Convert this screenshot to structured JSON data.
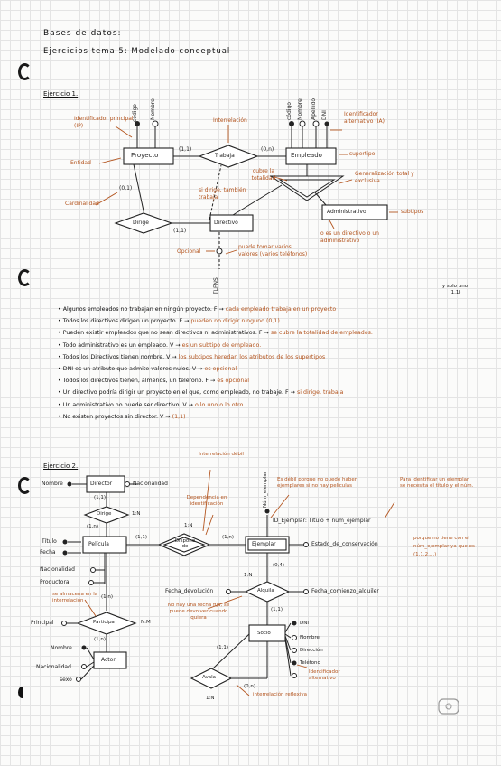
{
  "header": {
    "title": "Bases de datos:",
    "subtitle": "Ejercicios tema 5: Modelado conceptual"
  },
  "ex1": {
    "heading": "Ejercicio 1.",
    "attrs_proyecto": [
      "código",
      "Nombre"
    ],
    "attrs_empleado": [
      "código",
      "Nombre",
      "Apellido",
      "DNI"
    ],
    "proyecto": "Proyecto",
    "trabaja": "Trabaja",
    "empleado": "Empleado",
    "dirige": "Dirige",
    "directivo": "Directivo",
    "administrativo": "Administrativo",
    "tlfns": "TLFNS",
    "card_proy_trab": "(1,1)",
    "card_trab_emp": "(0,n)",
    "card_dir_proy": "(0,1)",
    "card_dir_dirt": "(1,1)",
    "notes": {
      "ip": "Identificador principal (IP)",
      "ia": "Identificador alternativo (IA)",
      "interrelacion": "Interrelación",
      "entidad": "Entidad",
      "cardinalidad": "Cardinalidad",
      "supertipo": "supertipo",
      "totalidad": "cubre la totalidad",
      "gen": "Generalización total y exclusiva",
      "sidirige": "si dirige, también trabaja",
      "subtipos": "subtipos",
      "o_es": "o es un directivo o un administrativo",
      "opcional": "Opcional",
      "varios": "puede tomar varios valores (varios teléfonos)",
      "solo_uno": "y solo uno (1,1)"
    }
  },
  "statements": [
    {
      "main": "Algunos empleados no trabajan en ningún proyecto. F →",
      "ann": "cada empleado trabaja en un proyecto"
    },
    {
      "main": "Todos los directivos dirigen un proyecto. F →",
      "ann": "pueden no dirigir ninguno (0,1)"
    },
    {
      "main": "Pueden existir empleados que no sean directivos ni administrativos. F →",
      "ann": "se cubre la totalidad de empleados."
    },
    {
      "main": "Todo administrativo es un empleado. V →",
      "ann": "es un subtipo de empleado."
    },
    {
      "main": "Todos los Directivos tienen nombre. V →",
      "ann": "los subtipos heredan los atributos de los supertipos"
    },
    {
      "main": "DNI es un atributo que admite valores nulos. V →",
      "ann": "es opcional"
    },
    {
      "main": "Todos los directivos tienen, almenos, un teléfono. F →",
      "ann": "es opcional"
    },
    {
      "main": "Un directivo podría dirigir un proyecto en el que, como empleado, no trabaje. F →",
      "ann": "si dirige, trabaja"
    },
    {
      "main": "Un administrativo no puede ser directivo. V →",
      "ann": "o lo uno o lo otro."
    },
    {
      "main": "No existen proyectos sin director. V →",
      "ann": "(1,1)"
    }
  ],
  "ex2": {
    "heading": "Ejercicio 2.",
    "director": "Director",
    "pelicula": "Película",
    "ejemplar": "Ejemplar",
    "socio": "Socio",
    "actor": "Actor",
    "dirige": "Dirige",
    "dispone_de": "Dispone de",
    "alquila": "Alquila",
    "participa": "Participa",
    "avala": "Avala",
    "attrs": {
      "nombre": "Nombre",
      "nacionalidad": "Nacionalidad",
      "titulo": "Título",
      "fecha": "Fecha",
      "nacionalidad2": "Nacionalidad",
      "productora": "Productora",
      "principal": "Principal",
      "num_ejemplar": "Núm_ejemplar",
      "estado": "Estado_de_conservación",
      "fecha_dev": "Fecha_devolución",
      "fecha_com": "Fecha_comienzo_alquiler",
      "dni": "DNI",
      "nombre_s": "Nombre",
      "direccion": "Dirección",
      "telefono": "Teléfono",
      "nombre_a": "Nombre",
      "nacionalidad_a": "Nacionalidad",
      "sexo": "sexo"
    },
    "id_ejemplar": "ID_Ejemplar: Título + núm_ejemplar",
    "cards": {
      "c11a": "(1,1)",
      "c1n_a": "(1,n)",
      "dirige_type": "1:N",
      "c11b": "(1,1)",
      "c1n_b": "(1,n)",
      "dispone_type": "1:N",
      "c04": "(0,4)",
      "alq_type": "1:N",
      "c11c": "(1,1)",
      "part_type": "N:M",
      "c1n_c": "(1,n)",
      "c1n_d": "(1,n)",
      "c11d": "(1,1)",
      "c0n": "(0,n)",
      "avala_type": "1:N"
    },
    "notes": {
      "debil": "Interrelación débil",
      "dependencia": "Dependencia en identificación",
      "es_debil": "Es débil porque no puede haber ejemplares si no hay películas",
      "para_id": "Para identificar un ejemplar se necesita el título y el núm.",
      "porque": "porque no tiene con el núm_ejemplar ya que es (1,1,2,...)",
      "se_almacena": "se almacena en la interrelación",
      "no_hay": "No hay una fecha fija, se puede devolver cuando quiera",
      "id_alt": "Identificador alternativo",
      "reflexiva": "interrelación reflexiva"
    }
  }
}
